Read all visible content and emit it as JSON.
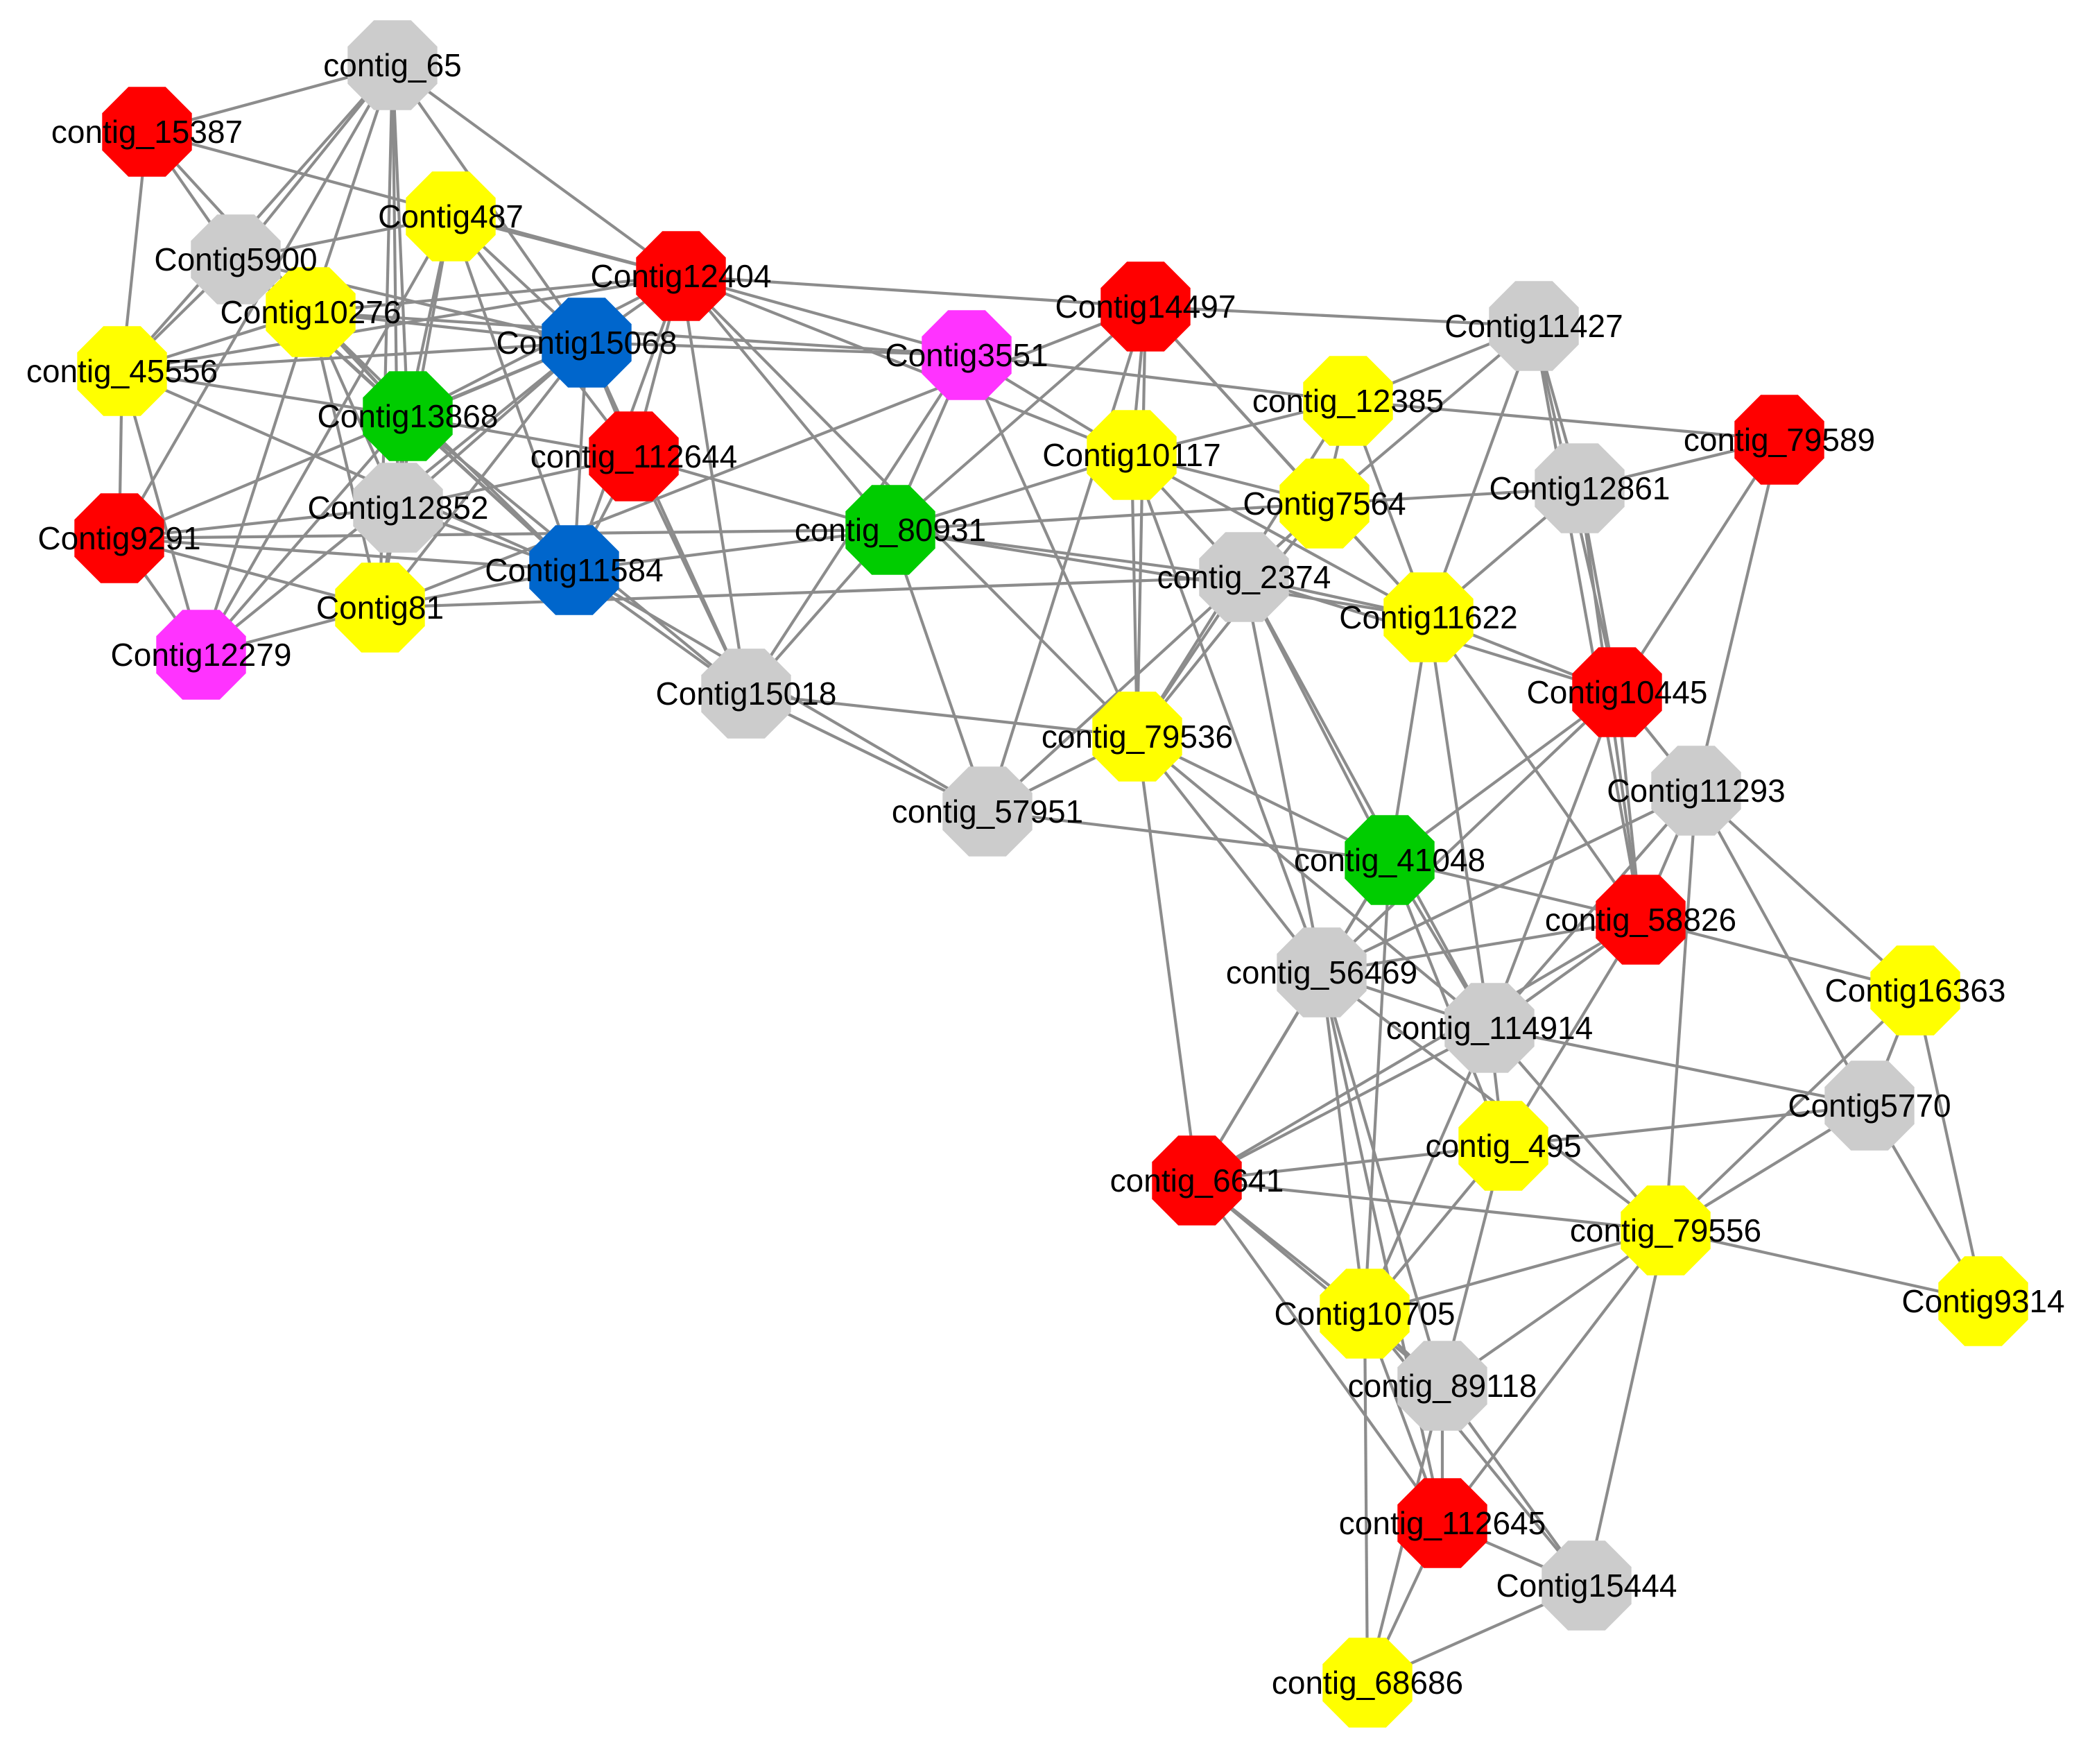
{
  "palette": {
    "red": "#ff0000",
    "yellow": "#ffff00",
    "gray": "#cccccc",
    "blue": "#0066cc",
    "green": "#00cc00",
    "magenta": "#ff33ff",
    "edge": "#8c8c8c"
  },
  "nodes": [
    {
      "id": "contig_65",
      "label": "contig_65",
      "color": "gray"
    },
    {
      "id": "contig_15387",
      "label": "contig_15387",
      "color": "red"
    },
    {
      "id": "Contig487",
      "label": "Contig487",
      "color": "yellow"
    },
    {
      "id": "Contig5900",
      "label": "Contig5900",
      "color": "gray"
    },
    {
      "id": "Contig10276",
      "label": "Contig10276",
      "color": "yellow"
    },
    {
      "id": "contig_45556",
      "label": "contig_45556",
      "color": "yellow"
    },
    {
      "id": "Contig12404",
      "label": "Contig12404",
      "color": "red"
    },
    {
      "id": "Contig15068",
      "label": "Contig15068",
      "color": "blue"
    },
    {
      "id": "Contig13868",
      "label": "Contig13868",
      "color": "green"
    },
    {
      "id": "contig_112644",
      "label": "contig_112644",
      "color": "red"
    },
    {
      "id": "Contig12852",
      "label": "Contig12852",
      "color": "gray"
    },
    {
      "id": "Contig9291",
      "label": "Contig9291",
      "color": "red"
    },
    {
      "id": "Contig11584",
      "label": "Contig11584",
      "color": "blue"
    },
    {
      "id": "Contig81",
      "label": "Contig81",
      "color": "yellow"
    },
    {
      "id": "Contig12279",
      "label": "Contig12279",
      "color": "magenta"
    },
    {
      "id": "Contig15018",
      "label": "Contig15018",
      "color": "gray"
    },
    {
      "id": "Contig3551",
      "label": "Contig3551",
      "color": "magenta"
    },
    {
      "id": "contig_80931",
      "label": "contig_80931",
      "color": "green"
    },
    {
      "id": "Contig14497",
      "label": "Contig14497",
      "color": "red"
    },
    {
      "id": "Contig10117",
      "label": "Contig10117",
      "color": "yellow"
    },
    {
      "id": "contig_79536",
      "label": "contig_79536",
      "color": "yellow"
    },
    {
      "id": "contig_57951",
      "label": "contig_57951",
      "color": "gray"
    },
    {
      "id": "contig_12385",
      "label": "contig_12385",
      "color": "yellow"
    },
    {
      "id": "Contig7564",
      "label": "Contig7564",
      "color": "yellow"
    },
    {
      "id": "contig_2374",
      "label": "contig_2374",
      "color": "gray"
    },
    {
      "id": "Contig11427",
      "label": "Contig11427",
      "color": "gray"
    },
    {
      "id": "contig_79589",
      "label": "contig_79589",
      "color": "red"
    },
    {
      "id": "Contig12861",
      "label": "Contig12861",
      "color": "gray"
    },
    {
      "id": "Contig11622",
      "label": "Contig11622",
      "color": "yellow"
    },
    {
      "id": "Contig10445",
      "label": "Contig10445",
      "color": "red"
    },
    {
      "id": "Contig11293",
      "label": "Contig11293",
      "color": "gray"
    },
    {
      "id": "contig_41048",
      "label": "contig_41048",
      "color": "green"
    },
    {
      "id": "contig_58826",
      "label": "contig_58826",
      "color": "red"
    },
    {
      "id": "contig_56469",
      "label": "contig_56469",
      "color": "gray"
    },
    {
      "id": "contig_114914",
      "label": "contig_114914",
      "color": "gray"
    },
    {
      "id": "Contig16363",
      "label": "Contig16363",
      "color": "yellow"
    },
    {
      "id": "Contig5770",
      "label": "Contig5770",
      "color": "gray"
    },
    {
      "id": "contig_495",
      "label": "contig_495",
      "color": "yellow"
    },
    {
      "id": "contig_6641",
      "label": "contig_6641",
      "color": "red"
    },
    {
      "id": "contig_79556",
      "label": "contig_79556",
      "color": "yellow"
    },
    {
      "id": "Contig9314",
      "label": "Contig9314",
      "color": "yellow"
    },
    {
      "id": "Contig10705",
      "label": "Contig10705",
      "color": "yellow"
    },
    {
      "id": "contig_89118",
      "label": "contig_89118",
      "color": "gray"
    },
    {
      "id": "contig_112645",
      "label": "contig_112645",
      "color": "red"
    },
    {
      "id": "Contig15444",
      "label": "Contig15444",
      "color": "gray"
    },
    {
      "id": "contig_68686",
      "label": "contig_68686",
      "color": "yellow"
    }
  ],
  "edges": [
    [
      "contig_65",
      "contig_15387"
    ],
    [
      "contig_65",
      "Contig5900"
    ],
    [
      "contig_65",
      "Contig10276"
    ],
    [
      "contig_65",
      "contig_45556"
    ],
    [
      "contig_65",
      "Contig15068"
    ],
    [
      "contig_65",
      "Contig13868"
    ],
    [
      "contig_65",
      "Contig12852"
    ],
    [
      "contig_65",
      "Contig9291"
    ],
    [
      "contig_65",
      "Contig81"
    ],
    [
      "contig_65",
      "Contig12404"
    ],
    [
      "contig_15387",
      "Contig5900"
    ],
    [
      "contig_15387",
      "contig_45556"
    ],
    [
      "contig_15387",
      "Contig12404"
    ],
    [
      "contig_15387",
      "Contig13868"
    ],
    [
      "Contig487",
      "Contig5900"
    ],
    [
      "Contig487",
      "Contig15068"
    ],
    [
      "Contig487",
      "Contig13868"
    ],
    [
      "Contig487",
      "Contig11584"
    ],
    [
      "Contig487",
      "contig_112644"
    ],
    [
      "Contig487",
      "Contig81"
    ],
    [
      "Contig487",
      "Contig12404"
    ],
    [
      "Contig487",
      "Contig12279"
    ],
    [
      "Contig5900",
      "Contig10276"
    ],
    [
      "Contig5900",
      "Contig13868"
    ],
    [
      "Contig5900",
      "Contig15068"
    ],
    [
      "Contig5900",
      "contig_45556"
    ],
    [
      "Contig5900",
      "Contig11584"
    ],
    [
      "Contig10276",
      "contig_45556"
    ],
    [
      "Contig10276",
      "Contig15068"
    ],
    [
      "Contig10276",
      "Contig13868"
    ],
    [
      "Contig10276",
      "Contig12852"
    ],
    [
      "Contig10276",
      "Contig11584"
    ],
    [
      "Contig10276",
      "Contig12404"
    ],
    [
      "Contig10276",
      "Contig81"
    ],
    [
      "Contig10276",
      "Contig12279"
    ],
    [
      "Contig10276",
      "Contig3551"
    ],
    [
      "contig_45556",
      "Contig15068"
    ],
    [
      "contig_45556",
      "Contig13868"
    ],
    [
      "contig_45556",
      "Contig9291"
    ],
    [
      "contig_45556",
      "Contig11584"
    ],
    [
      "contig_45556",
      "Contig12404"
    ],
    [
      "contig_45556",
      "Contig12279"
    ],
    [
      "Contig12404",
      "Contig15068"
    ],
    [
      "Contig12404",
      "contig_112644"
    ],
    [
      "Contig12404",
      "Contig13868"
    ],
    [
      "Contig12404",
      "Contig11584"
    ],
    [
      "Contig12404",
      "Contig3551"
    ],
    [
      "Contig12404",
      "contig_80931"
    ],
    [
      "Contig12404",
      "Contig15018"
    ],
    [
      "Contig12404",
      "Contig14497"
    ],
    [
      "Contig12404",
      "Contig10117"
    ],
    [
      "Contig12404",
      "contig_79536"
    ],
    [
      "Contig15068",
      "Contig13868"
    ],
    [
      "Contig15068",
      "contig_112644"
    ],
    [
      "Contig15068",
      "Contig11584"
    ],
    [
      "Contig15068",
      "Contig12852"
    ],
    [
      "Contig15068",
      "Contig9291"
    ],
    [
      "Contig15068",
      "Contig81"
    ],
    [
      "Contig15068",
      "Contig12279"
    ],
    [
      "Contig15068",
      "Contig3551"
    ],
    [
      "Contig15068",
      "Contig15018"
    ],
    [
      "Contig13868",
      "contig_112644"
    ],
    [
      "Contig13868",
      "Contig11584"
    ],
    [
      "Contig13868",
      "Contig12852"
    ],
    [
      "Contig13868",
      "Contig81"
    ],
    [
      "Contig13868",
      "Contig15018"
    ],
    [
      "Contig13868",
      "Contig12279"
    ],
    [
      "contig_112644",
      "Contig11584"
    ],
    [
      "contig_112644",
      "Contig12852"
    ],
    [
      "contig_112644",
      "contig_80931"
    ],
    [
      "contig_112644",
      "Contig15018"
    ],
    [
      "Contig12852",
      "Contig11584"
    ],
    [
      "Contig12852",
      "Contig81"
    ],
    [
      "Contig12852",
      "Contig9291"
    ],
    [
      "Contig9291",
      "Contig11584"
    ],
    [
      "Contig9291",
      "Contig12279"
    ],
    [
      "Contig9291",
      "Contig81"
    ],
    [
      "Contig9291",
      "contig_80931"
    ],
    [
      "Contig11584",
      "Contig81"
    ],
    [
      "Contig11584",
      "Contig15018"
    ],
    [
      "Contig11584",
      "contig_57951"
    ],
    [
      "Contig11584",
      "contig_80931"
    ],
    [
      "Contig81",
      "Contig12279"
    ],
    [
      "Contig81",
      "Contig14497"
    ],
    [
      "Contig81",
      "contig_2374"
    ],
    [
      "Contig15018",
      "contig_80931"
    ],
    [
      "Contig15018",
      "contig_57951"
    ],
    [
      "Contig15018",
      "contig_79536"
    ],
    [
      "Contig15018",
      "Contig3551"
    ],
    [
      "Contig3551",
      "contig_80931"
    ],
    [
      "Contig3551",
      "contig_79536"
    ],
    [
      "Contig3551",
      "Contig10117"
    ],
    [
      "Contig3551",
      "contig_12385"
    ],
    [
      "contig_80931",
      "Contig14497"
    ],
    [
      "contig_80931",
      "Contig10117"
    ],
    [
      "contig_80931",
      "contig_57951"
    ],
    [
      "contig_80931",
      "Contig7564"
    ],
    [
      "contig_80931",
      "Contig11622"
    ],
    [
      "contig_80931",
      "contig_2374"
    ],
    [
      "Contig14497",
      "Contig10117"
    ],
    [
      "Contig14497",
      "Contig7564"
    ],
    [
      "Contig14497",
      "contig_79536"
    ],
    [
      "Contig14497",
      "Contig11427"
    ],
    [
      "Contig14497",
      "Contig11622"
    ],
    [
      "Contig14497",
      "contig_57951"
    ],
    [
      "Contig10117",
      "contig_79536"
    ],
    [
      "Contig10117",
      "contig_2374"
    ],
    [
      "Contig10117",
      "Contig7564"
    ],
    [
      "Contig10117",
      "contig_12385"
    ],
    [
      "Contig10117",
      "Contig11622"
    ],
    [
      "Contig10117",
      "contig_56469"
    ],
    [
      "contig_79536",
      "contig_57951"
    ],
    [
      "contig_79536",
      "contig_2374"
    ],
    [
      "contig_79536",
      "Contig7564"
    ],
    [
      "contig_79536",
      "contig_41048"
    ],
    [
      "contig_79536",
      "contig_56469"
    ],
    [
      "contig_79536",
      "contig_114914"
    ],
    [
      "contig_79536",
      "contig_6641"
    ],
    [
      "contig_79536",
      "contig_12385"
    ],
    [
      "contig_57951",
      "contig_41048"
    ],
    [
      "contig_57951",
      "Contig7564"
    ],
    [
      "contig_12385",
      "Contig7564"
    ],
    [
      "contig_12385",
      "Contig11427"
    ],
    [
      "contig_12385",
      "contig_79589"
    ],
    [
      "contig_12385",
      "Contig11622"
    ],
    [
      "Contig7564",
      "contig_2374"
    ],
    [
      "Contig7564",
      "Contig11427"
    ],
    [
      "Contig7564",
      "Contig12861"
    ],
    [
      "Contig7564",
      "Contig11622"
    ],
    [
      "contig_2374",
      "Contig11622"
    ],
    [
      "contig_2374",
      "Contig10445"
    ],
    [
      "contig_2374",
      "contig_56469"
    ],
    [
      "contig_2374",
      "contig_114914"
    ],
    [
      "contig_2374",
      "contig_41048"
    ],
    [
      "Contig11427",
      "Contig12861"
    ],
    [
      "Contig11427",
      "Contig10445"
    ],
    [
      "Contig11427",
      "Contig11622"
    ],
    [
      "Contig11427",
      "contig_58826"
    ],
    [
      "contig_79589",
      "Contig12861"
    ],
    [
      "contig_79589",
      "Contig10445"
    ],
    [
      "contig_79589",
      "Contig11293"
    ],
    [
      "Contig12861",
      "Contig10445"
    ],
    [
      "Contig12861",
      "Contig11622"
    ],
    [
      "Contig12861",
      "contig_58826"
    ],
    [
      "Contig11622",
      "Contig10445"
    ],
    [
      "Contig11622",
      "contig_41048"
    ],
    [
      "Contig11622",
      "contig_114914"
    ],
    [
      "Contig11622",
      "contig_58826"
    ],
    [
      "Contig10445",
      "Contig11293"
    ],
    [
      "Contig10445",
      "contig_41048"
    ],
    [
      "Contig10445",
      "contig_58826"
    ],
    [
      "Contig10445",
      "contig_56469"
    ],
    [
      "Contig10445",
      "contig_114914"
    ],
    [
      "Contig11293",
      "contig_58826"
    ],
    [
      "Contig11293",
      "Contig16363"
    ],
    [
      "Contig11293",
      "Contig5770"
    ],
    [
      "Contig11293",
      "contig_56469"
    ],
    [
      "Contig11293",
      "contig_114914"
    ],
    [
      "Contig11293",
      "contig_79556"
    ],
    [
      "contig_41048",
      "contig_56469"
    ],
    [
      "contig_41048",
      "contig_114914"
    ],
    [
      "contig_41048",
      "contig_6641"
    ],
    [
      "contig_41048",
      "contig_495"
    ],
    [
      "contig_41048",
      "Contig10705"
    ],
    [
      "contig_41048",
      "contig_58826"
    ],
    [
      "contig_58826",
      "contig_56469"
    ],
    [
      "contig_58826",
      "contig_114914"
    ],
    [
      "contig_58826",
      "Contig16363"
    ],
    [
      "contig_58826",
      "contig_495"
    ],
    [
      "contig_58826",
      "contig_6641"
    ],
    [
      "contig_56469",
      "contig_114914"
    ],
    [
      "contig_56469",
      "contig_6641"
    ],
    [
      "contig_56469",
      "Contig10705"
    ],
    [
      "contig_56469",
      "contig_79556"
    ],
    [
      "contig_56469",
      "contig_89118"
    ],
    [
      "contig_56469",
      "contig_112645"
    ],
    [
      "contig_114914",
      "contig_6641"
    ],
    [
      "contig_114914",
      "contig_495"
    ],
    [
      "contig_114914",
      "contig_79556"
    ],
    [
      "contig_114914",
      "Contig10705"
    ],
    [
      "contig_114914",
      "Contig5770"
    ],
    [
      "Contig16363",
      "Contig5770"
    ],
    [
      "Contig16363",
      "contig_79556"
    ],
    [
      "Contig16363",
      "Contig9314"
    ],
    [
      "Contig5770",
      "contig_495"
    ],
    [
      "Contig5770",
      "contig_79556"
    ],
    [
      "Contig5770",
      "Contig9314"
    ],
    [
      "contig_495",
      "contig_6641"
    ],
    [
      "contig_495",
      "Contig10705"
    ],
    [
      "contig_495",
      "contig_89118"
    ],
    [
      "contig_6641",
      "contig_79556"
    ],
    [
      "contig_6641",
      "Contig10705"
    ],
    [
      "contig_6641",
      "contig_89118"
    ],
    [
      "contig_6641",
      "contig_112645"
    ],
    [
      "contig_79556",
      "Contig9314"
    ],
    [
      "contig_79556",
      "Contig10705"
    ],
    [
      "contig_79556",
      "contig_89118"
    ],
    [
      "contig_79556",
      "contig_112645"
    ],
    [
      "contig_79556",
      "Contig15444"
    ],
    [
      "Contig10705",
      "contig_89118"
    ],
    [
      "Contig10705",
      "contig_112645"
    ],
    [
      "Contig10705",
      "Contig15444"
    ],
    [
      "Contig10705",
      "contig_68686"
    ],
    [
      "contig_89118",
      "contig_112645"
    ],
    [
      "contig_89118",
      "Contig15444"
    ],
    [
      "contig_89118",
      "contig_68686"
    ],
    [
      "contig_112645",
      "Contig15444"
    ],
    [
      "contig_112645",
      "contig_68686"
    ],
    [
      "Contig15444",
      "contig_68686"
    ]
  ]
}
